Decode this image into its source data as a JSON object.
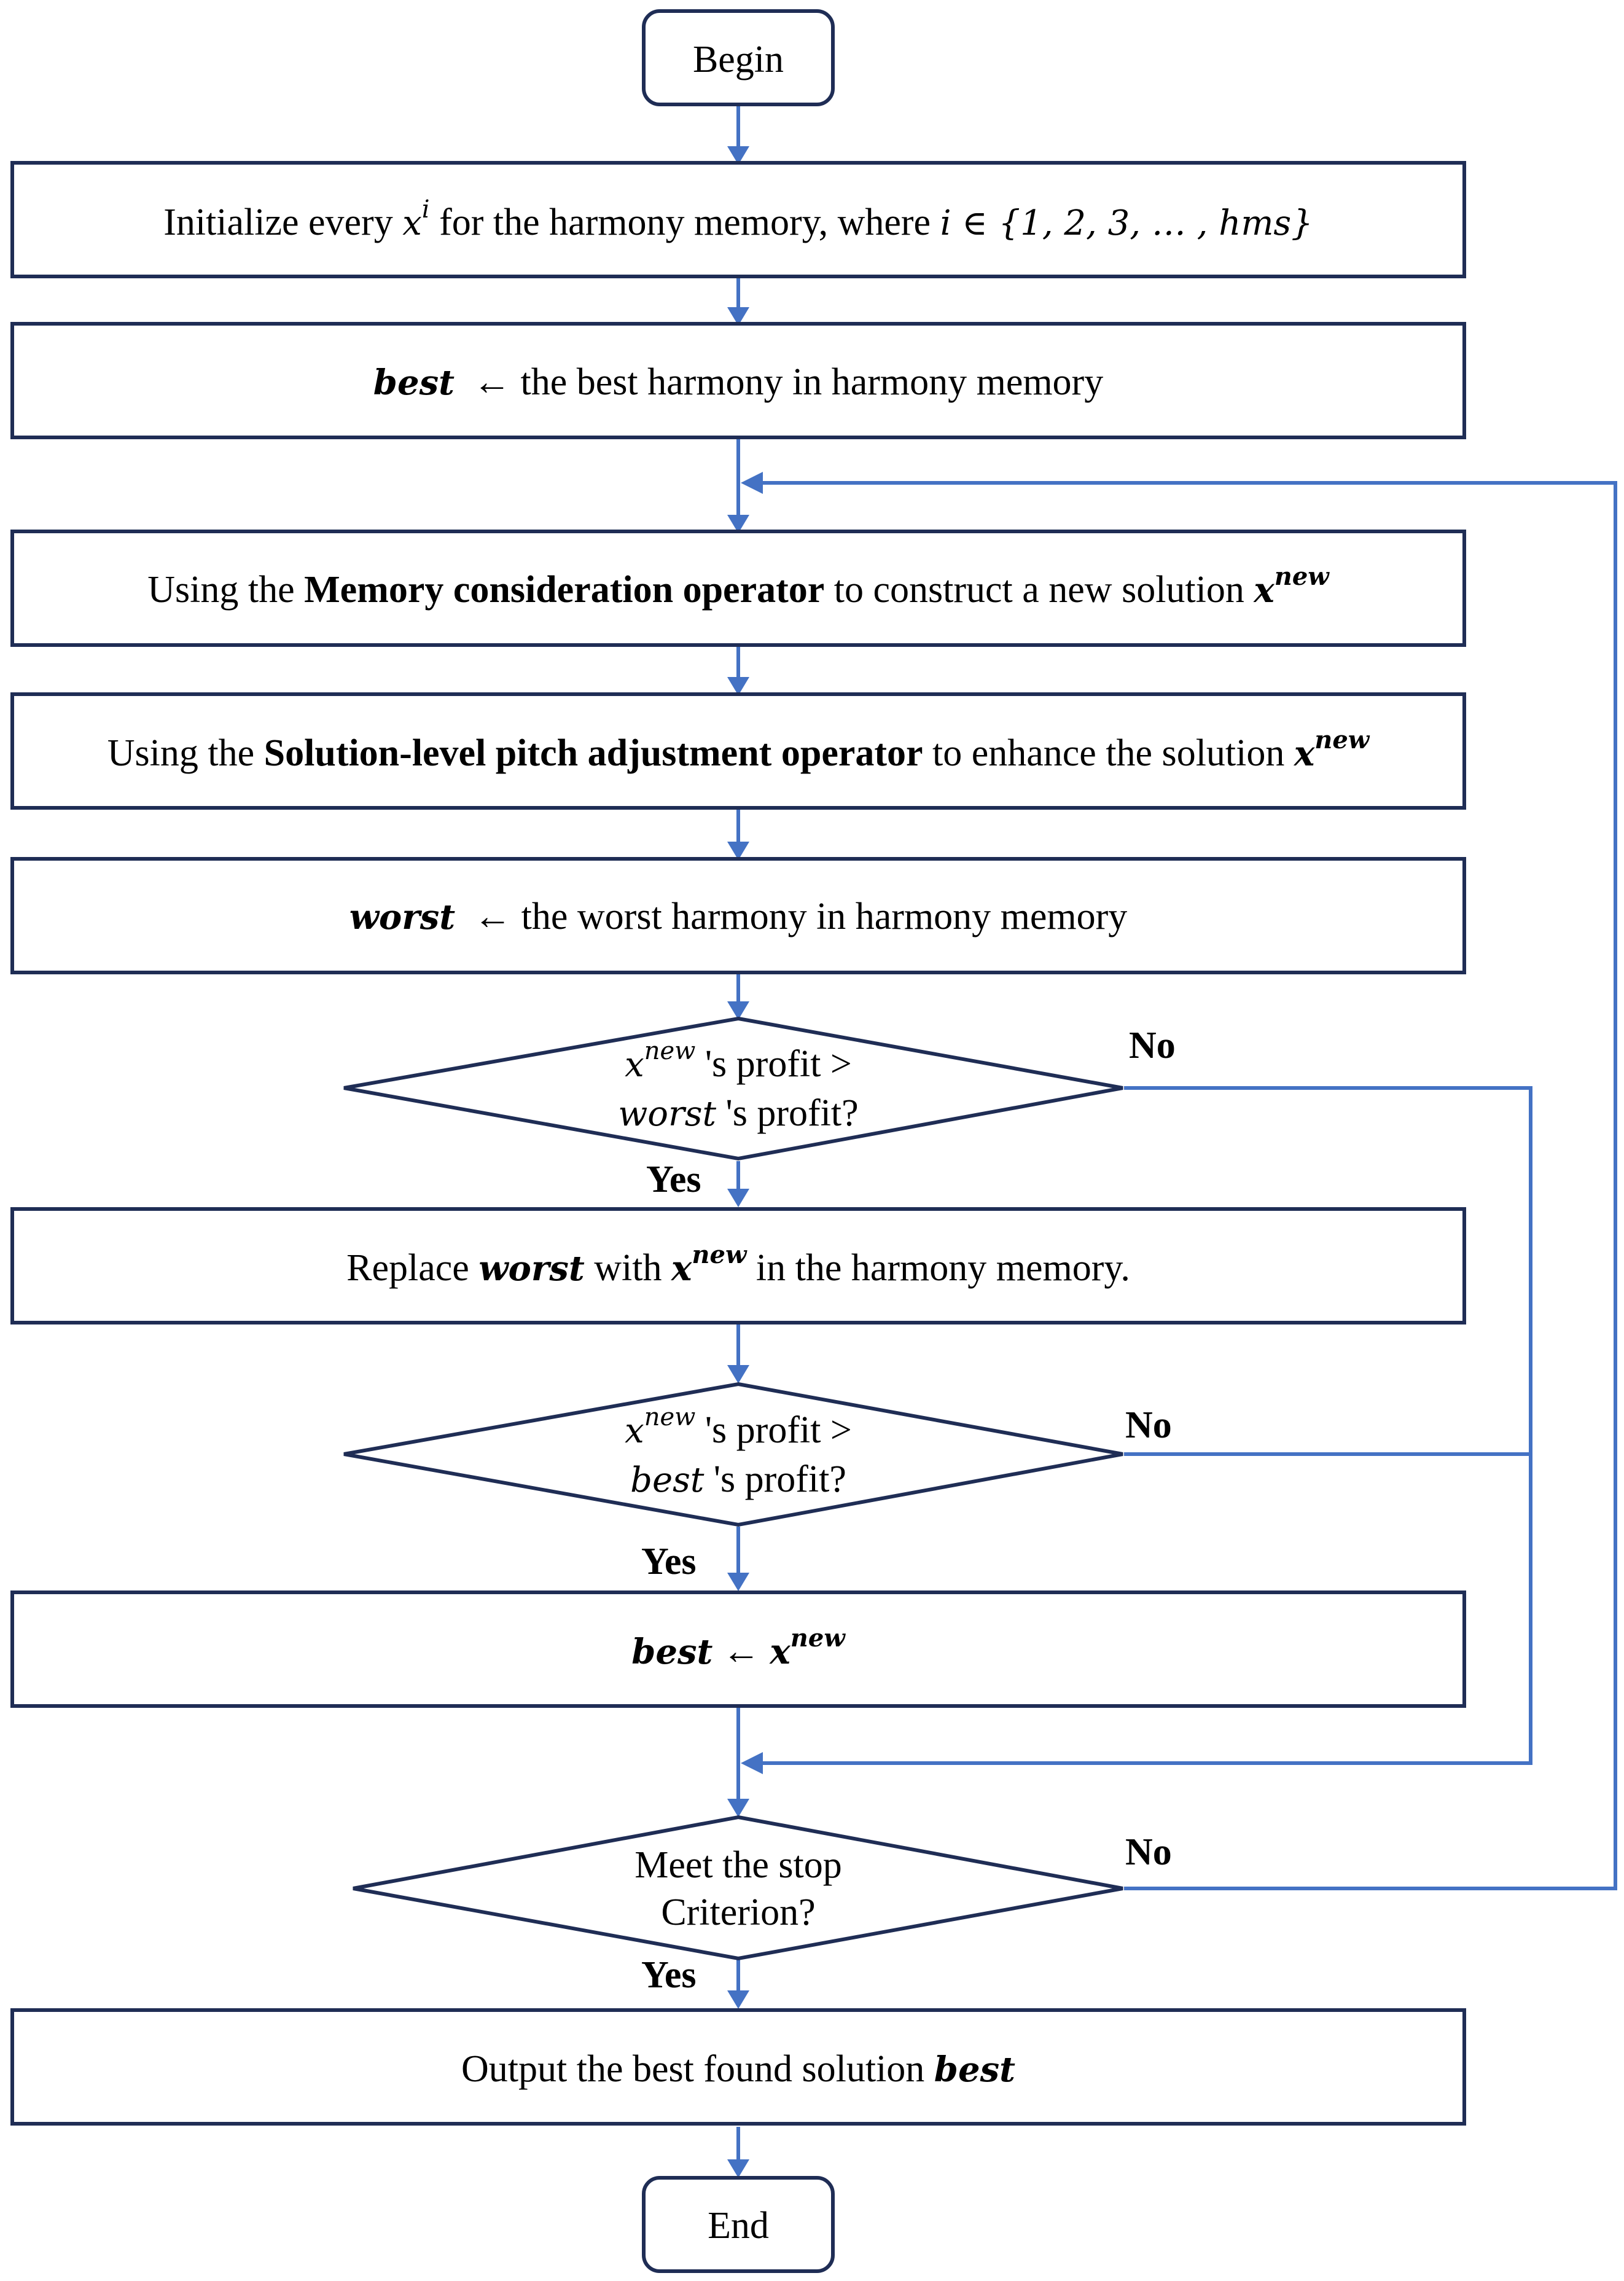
{
  "nodes": {
    "begin": {
      "label": "Begin"
    },
    "init": {
      "label_pre": "Initialize every ",
      "var_x": "x",
      "sup_i": "i",
      "label_mid": " for the harmony memory, where ",
      "math_set": "i ∈ {1, 2, 3, … , hms}"
    },
    "best_init": {
      "var_best": "best",
      "label_rest": "← the best harmony in harmony memory"
    },
    "memory": {
      "label_pre": "Using the ",
      "label_bold": "Memory consideration operator",
      "label_post": " to construct a new solution ",
      "var_x": "x",
      "sup_new": "new"
    },
    "pitch": {
      "label_pre": "Using the ",
      "label_bold": "Solution-level pitch adjustment operator",
      "label_post": " to enhance the solution ",
      "var_x": "x",
      "sup_new": "new"
    },
    "worst_init": {
      "var_worst": "worst",
      "label_rest": "← the worst harmony in harmony memory"
    },
    "dec_worst": {
      "line1_var": "x",
      "line1_sup": "new",
      "line1_text": " 's profit >",
      "line2_var": "worst",
      "line2_text": " 's profit?"
    },
    "replace": {
      "label_pre": "Replace ",
      "var_worst": "worst",
      "label_mid": " with ",
      "var_x": "x",
      "sup_new": "new",
      "label_post": " in the harmony memory."
    },
    "dec_best": {
      "line1_var": "x",
      "line1_sup": "new",
      "line1_text": " 's profit >",
      "line2_var": "best",
      "line2_text": " 's profit?"
    },
    "assign_best": {
      "var_best": "best",
      "arrow": " ← ",
      "var_x": "x",
      "sup_new": "new"
    },
    "dec_stop": {
      "line1": "Meet the stop",
      "line2": "Criterion?"
    },
    "output": {
      "label_pre": "Output the best found solution ",
      "var_best": "best"
    },
    "end": {
      "label": "End"
    }
  },
  "branch_labels": {
    "yes": "Yes",
    "no": "No"
  },
  "colors": {
    "box_border": "#1f2d55",
    "connector": "#4472c4",
    "text": "#000000"
  }
}
